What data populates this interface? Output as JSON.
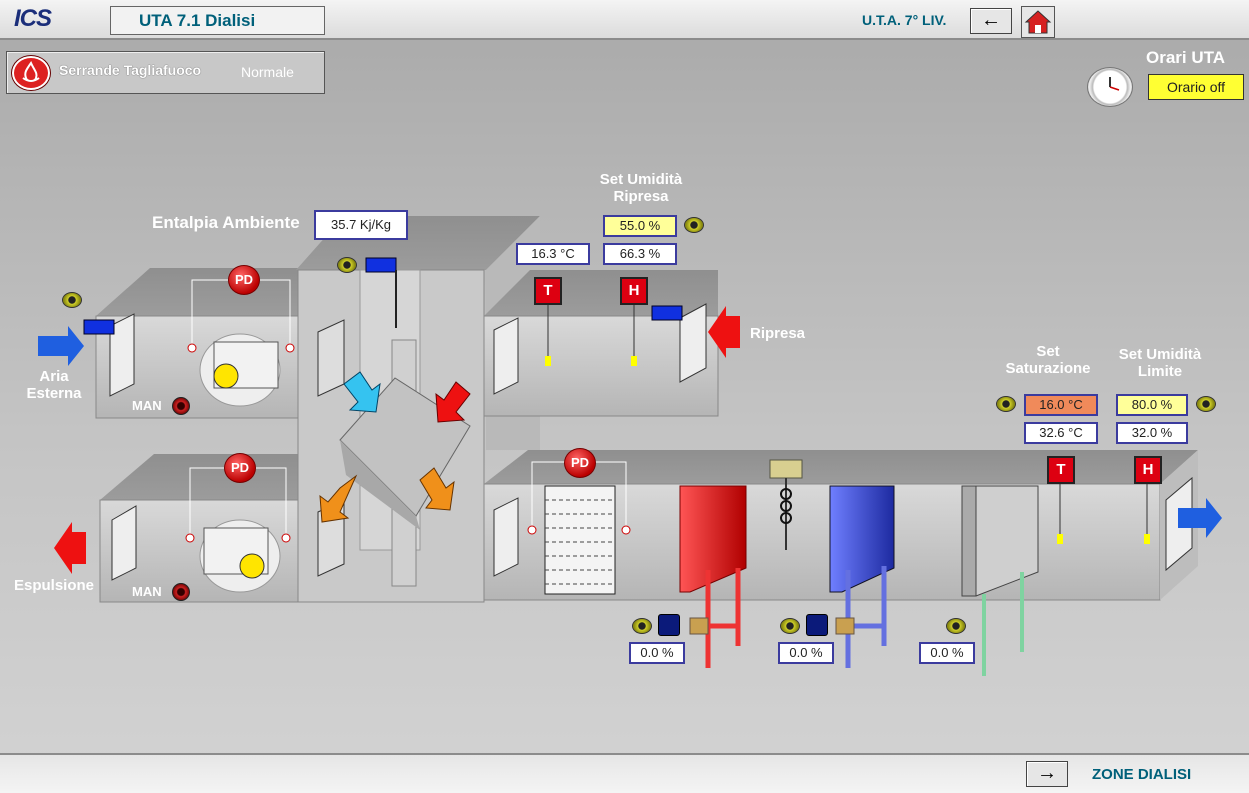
{
  "header": {
    "logo_text": "ICS",
    "title": "UTA 7.1 Dialisi",
    "breadcrumb": "U.T.A. 7° LIV.",
    "back_icon": "arrow-left-icon",
    "home_icon": "home-icon"
  },
  "fire_dampers": {
    "label": "Serrande Tagliafuoco",
    "status": "Normale"
  },
  "schedule": {
    "title": "Orari UTA",
    "status": "Orario off"
  },
  "enthalpy": {
    "label": "Entalpia Ambiente",
    "value": "35.7  Kj/Kg"
  },
  "return_humidity": {
    "label_line1": "Set Umidità",
    "label_line2": "Ripresa",
    "set_value": "55.0 %",
    "humidity_value": "66.3 %",
    "temperature_value": "16.3 °C"
  },
  "saturation": {
    "label_line1": "Set",
    "label_line2": "Saturazione",
    "set_value": "16.0 °C",
    "value": "32.6 °C"
  },
  "limit_humidity": {
    "label_line1": "Set Umidità",
    "label_line2": "Limite",
    "set_value": "80.0 %",
    "value": "32.0 %"
  },
  "labels": {
    "outside_air_1": "Aria",
    "outside_air_2": "Esterna",
    "return": "Ripresa",
    "exhaust": "Espulsione",
    "man": "MAN",
    "pd": "PD",
    "t": "T",
    "h": "H"
  },
  "valves": {
    "heating": "0.0  %",
    "cooling": "0.0  %",
    "humidifier": "0.0  %"
  },
  "footer": {
    "link": "ZONE DIALISI",
    "forward_icon": "arrow-right-icon"
  },
  "colors": {
    "accent_text": "#00607a",
    "heating_coil": "#e01010",
    "cooling_coil": "#2c3fd0",
    "arrow_blue": "#1f5fe0",
    "arrow_red": "#ee1111",
    "alarm_yellow": "#ffff33"
  }
}
